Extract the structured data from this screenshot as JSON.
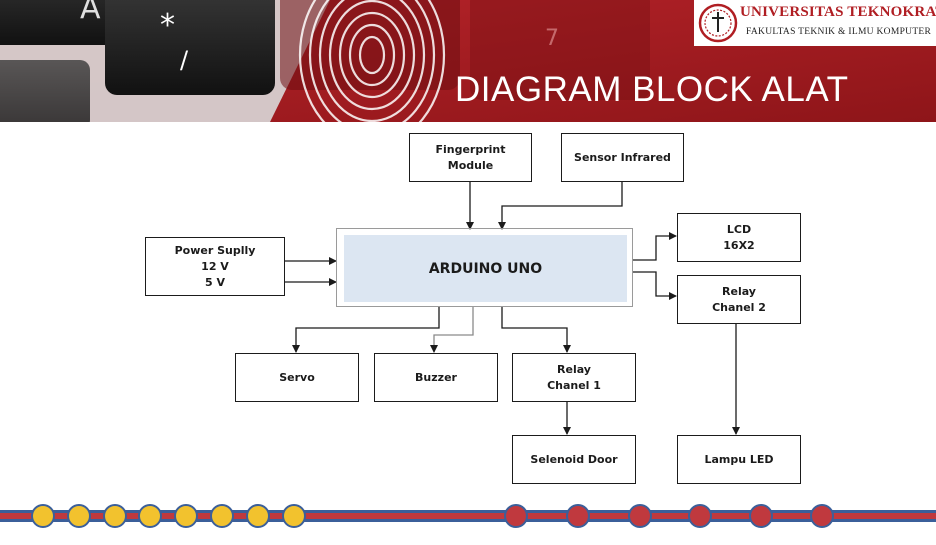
{
  "header": {
    "university": "UNIVERSITAS TEKNOKRAT INDONESIA",
    "faculty": "FAKULTAS TEKNIK & ILMU KOMPUTER",
    "title": "DIAGRAM BLOCK ALAT"
  },
  "blocks": {
    "fingerprint": "Fingerprint\nModule",
    "sensor": "Sensor Infrared",
    "power": "Power Suplly\n12 V\n5 V",
    "arduino": "ARDUINO UNO",
    "lcd": "LCD\n16X2",
    "relay2": "Relay\nChanel 2",
    "servo": "Servo",
    "buzzer": "Buzzer",
    "relay1": "Relay\nChanel 1",
    "solenoid": "Selenoid Door",
    "lampu": "Lampu LED"
  },
  "colors": {
    "brand_red": "#b01e23",
    "diagram_fill": "#dce6f2",
    "bead_yellow": "#f2c22e",
    "bead_red": "#c0393e",
    "footer_blue": "#3b5f9a"
  }
}
